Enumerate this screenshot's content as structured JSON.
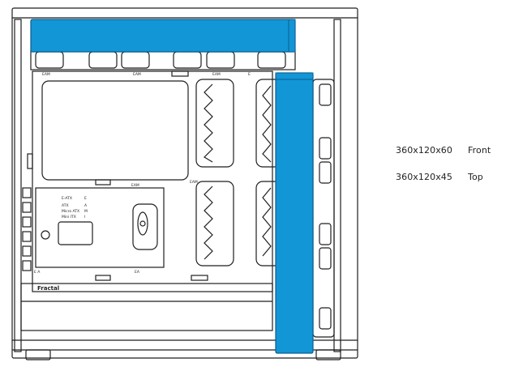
{
  "colors": {
    "radiator": "#1296d6",
    "radiator_edge": "#0b5f8f",
    "line": "#1f1f1f"
  },
  "brand": "Fractal",
  "board_marks": {
    "labels": [
      "E-ATX",
      "ATX",
      "Micro ATX",
      "Mini ITX"
    ],
    "codes": [
      "E",
      "A",
      "M",
      "I"
    ],
    "standoffs": [
      "EAM",
      "EAM",
      "EAM",
      "EAM",
      "EAM",
      "E",
      "EA",
      "E A"
    ]
  },
  "specs": [
    {
      "size": "360x120x60",
      "position": "Front"
    },
    {
      "size": "360x120x45",
      "position": "Top"
    }
  ]
}
